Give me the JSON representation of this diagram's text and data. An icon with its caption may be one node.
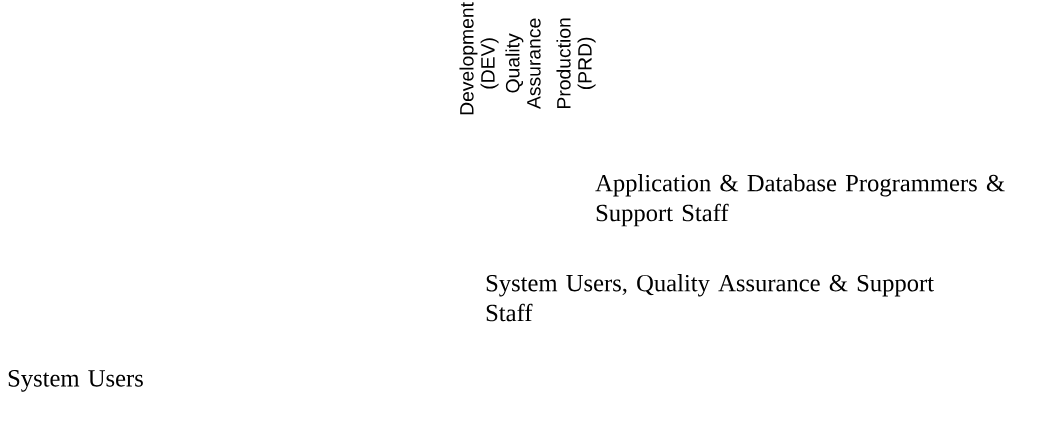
{
  "diagram": {
    "labels": [
      "Development (DEV)",
      "Quality Assurance",
      "Production (PRD)",
      "Application & Database Programmers & Support Staff",
      "System Users, Quality Assurance & Support Staff",
      "System Users"
    ]
  }
}
